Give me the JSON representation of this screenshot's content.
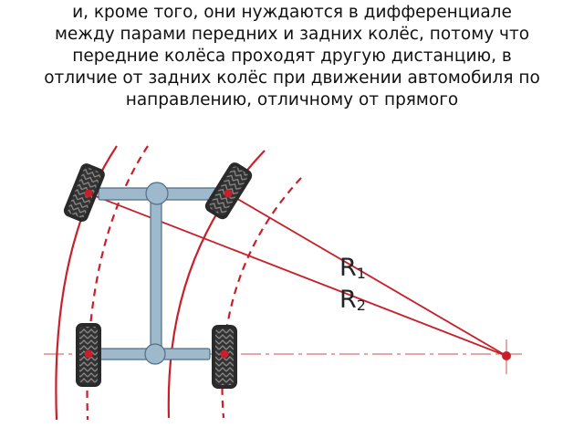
{
  "caption": {
    "lines": [
      "и, кроме того, они нуждаются в дифференциале",
      "между парами передних и задних колёс, потому что",
      "передние колёса проходят другую дистанцию, в",
      "отличие от задних колёс при движении автомобиля по",
      "направлению, отличному от прямого"
    ]
  },
  "diagram": {
    "labels": {
      "r1": {
        "letter": "R",
        "sub": "1"
      },
      "r2": {
        "letter": "R",
        "sub": "2"
      }
    },
    "colors": {
      "path": "#c8202a",
      "centerline": "#e08a8a",
      "axle": "#9fb9cc",
      "axle_stroke": "#4d6f87",
      "tire": "#2a2a2a"
    }
  }
}
